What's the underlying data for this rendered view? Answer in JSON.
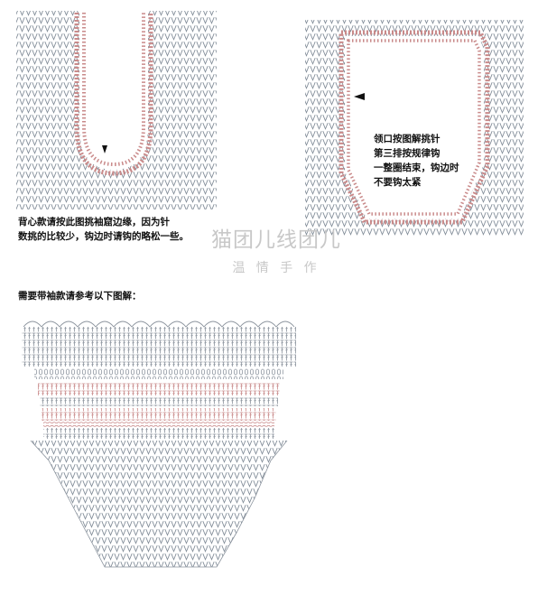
{
  "notes": {
    "vest_armhole": {
      "line1": "背心款请按此图挑袖窟边缘，因为针",
      "line2": "数挑的比较少，钩边时请钩的略松一些。"
    },
    "neckline": {
      "line1": "领口按图解挑针",
      "line2": "第三排按规律钩",
      "line3": "一整圈结束，钩边时",
      "line4": "不要钩太紧"
    },
    "sleeve_heading": "需要带袖款请参考以下图解："
  },
  "watermark": {
    "title": "猫团儿线团儿",
    "subtitle": "温 情 手 作"
  },
  "colors": {
    "pattern_stitch": "#7f8a96",
    "edge_stitch": "#c98a8a",
    "text": "#111111",
    "watermark": "#c8c8c8"
  }
}
